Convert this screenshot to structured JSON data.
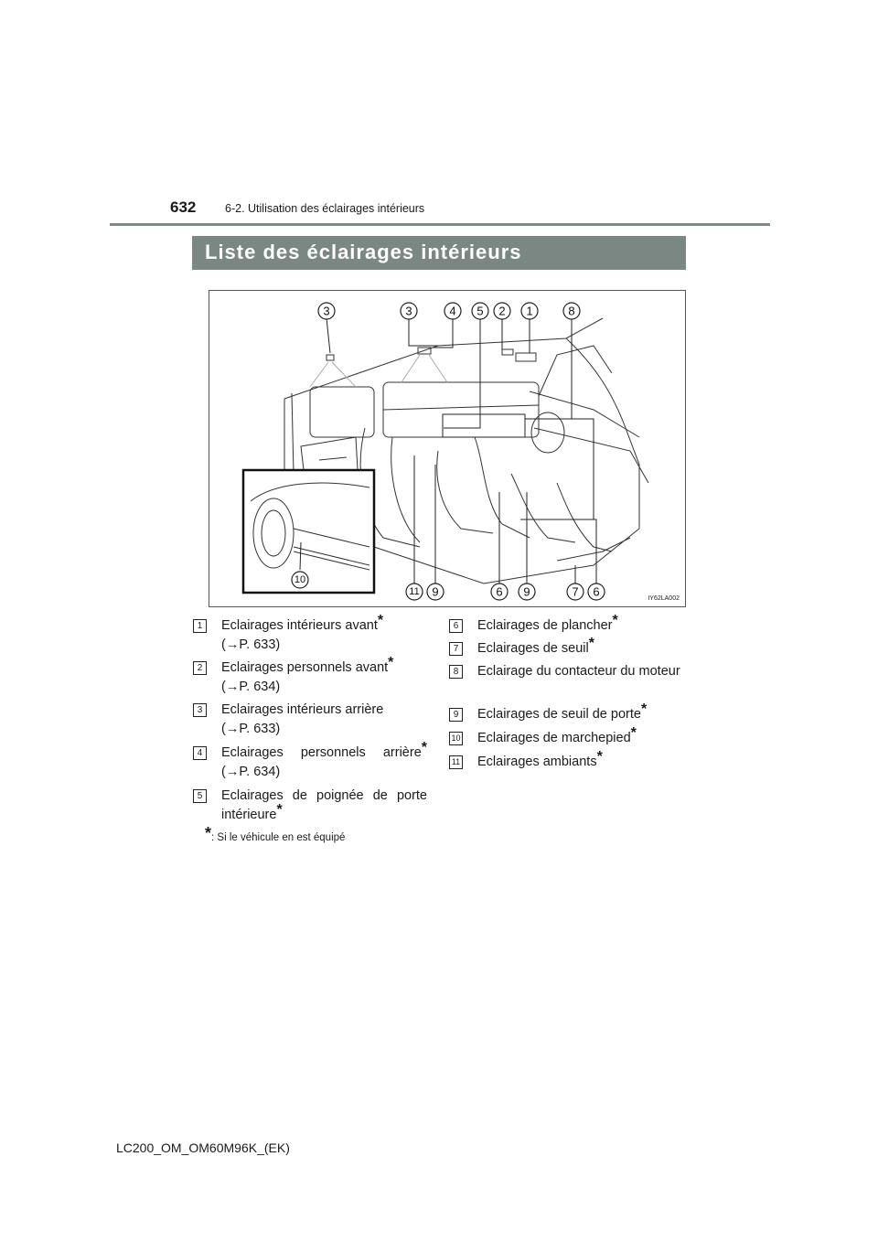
{
  "header": {
    "page_number": "632",
    "section": "6-2. Utilisation des éclairages intérieurs"
  },
  "banner": {
    "title": "Liste des éclairages intérieurs"
  },
  "figure": {
    "code": "IY62LA002",
    "callouts_top": [
      "3",
      "3",
      "4",
      "5",
      "2",
      "1",
      "8"
    ],
    "callouts_bottom": [
      "11",
      "9",
      "6",
      "9",
      "7",
      "6"
    ],
    "callout_inset": "10"
  },
  "list_left": [
    {
      "num": "1",
      "label": "Eclairages intérieurs avant",
      "star": "*",
      "ref": "(→P. 633)"
    },
    {
      "num": "2",
      "label": "Eclairages personnels avant",
      "star": "*",
      "ref": "(→P. 634)"
    },
    {
      "num": "3",
      "label": "Eclairages intérieurs arrière",
      "star": "",
      "ref": "(→P. 633)"
    },
    {
      "num": "4",
      "label": "Eclairages personnels arrière",
      "star": "*",
      "ref": "(→P. 634)"
    },
    {
      "num": "5",
      "label": "Eclairages de poignée de porte intérieure",
      "star": "*",
      "ref": ""
    }
  ],
  "list_right": [
    {
      "num": "6",
      "label": "Eclairages de plancher",
      "star": "*"
    },
    {
      "num": "7",
      "label": "Eclairages de seuil",
      "star": "*"
    },
    {
      "num": "8",
      "label": "Eclairage du contacteur du moteur",
      "star": ""
    },
    {
      "num": "9",
      "label": "Eclairages de seuil de porte",
      "star": "*"
    },
    {
      "num": "10",
      "label": "Eclairages de marchepied",
      "star": "*"
    },
    {
      "num": "11",
      "label": "Eclairages ambiants",
      "star": "*"
    }
  ],
  "footnote": {
    "star": "*",
    "text": ":  Si le véhicule en est équipé"
  },
  "footer": {
    "model": "LC200_OM_OM60M96K_(EK)"
  }
}
